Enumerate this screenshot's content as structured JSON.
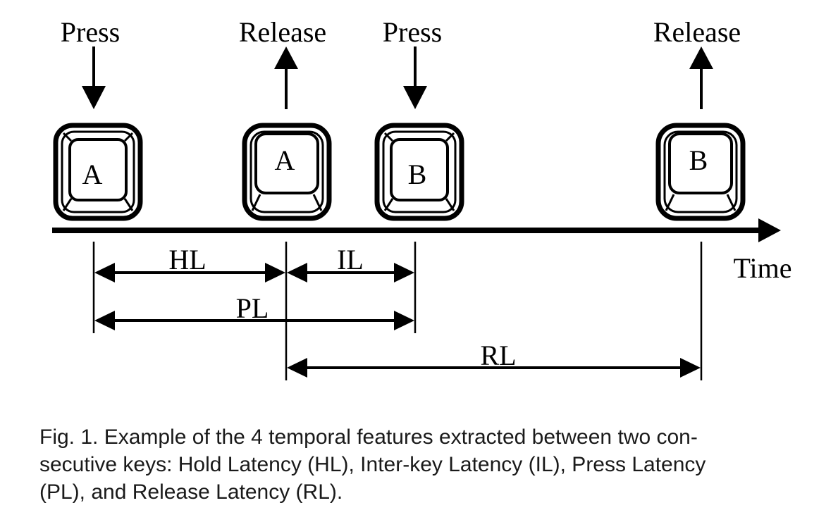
{
  "events": {
    "press_1": "Press",
    "release_1": "Release",
    "press_2": "Press",
    "release_2": "Release"
  },
  "keys": {
    "key_1": "A",
    "key_2": "A",
    "key_3": "B",
    "key_4": "B"
  },
  "axis": {
    "label": "Time"
  },
  "intervals": {
    "hl": "HL",
    "il": "IL",
    "pl": "PL",
    "rl": "RL"
  },
  "caption": {
    "line_1": "Fig. 1. Example of the 4 temporal features extracted between two con-",
    "line_2": "secutive keys: Hold Latency (HL), Inter-key Latency (IL), Press Latency",
    "line_3": "(PL), and Release Latency (RL)."
  }
}
